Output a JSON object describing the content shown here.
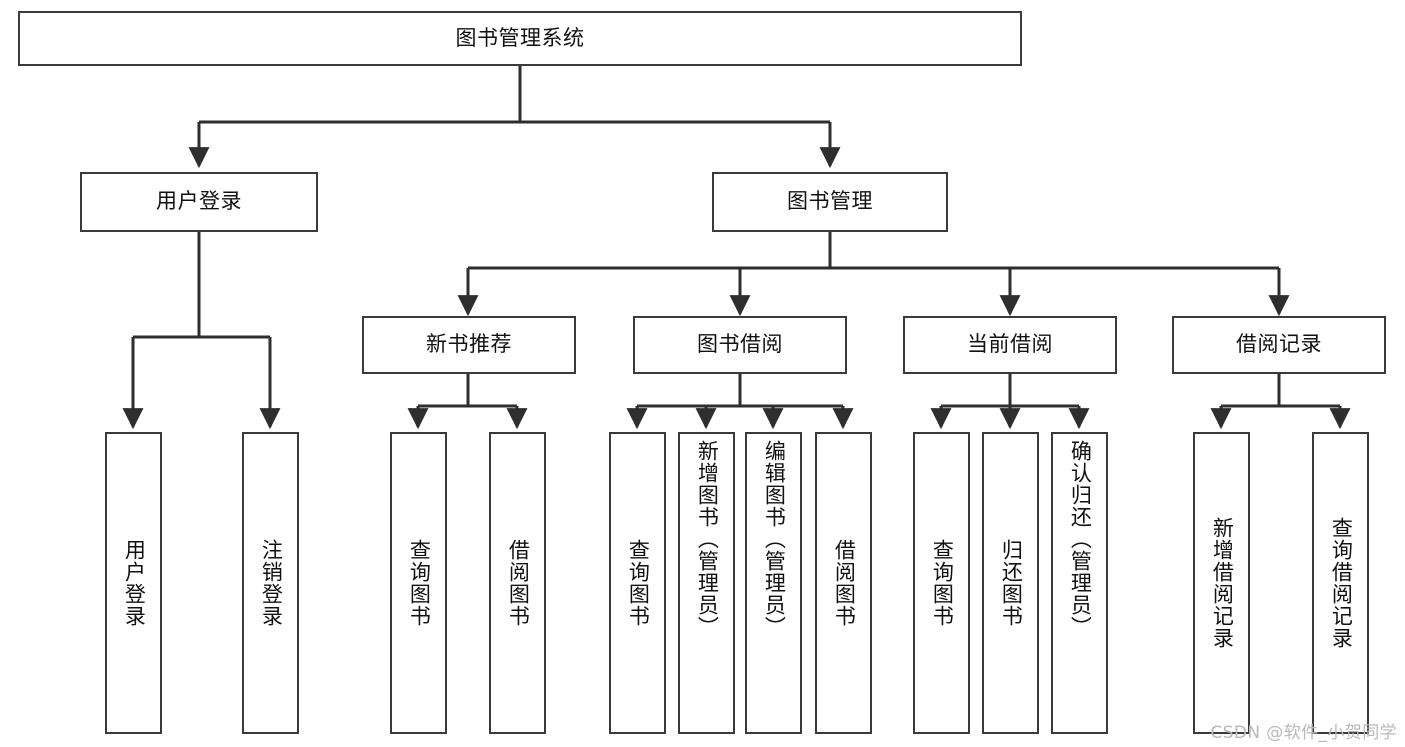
{
  "diagram": {
    "title": "图书管理系统",
    "type": "tree-hierarchy",
    "background_color": "#ffffff",
    "line_color": "#3a3a3a",
    "box_border_color": "#3a3a3a",
    "text_color": "#111111",
    "root": {
      "label": "图书管理系统",
      "orientation": "horizontal"
    },
    "level2": [
      {
        "label": "用户登录",
        "orientation": "horizontal"
      },
      {
        "label": "图书管理",
        "orientation": "horizontal"
      }
    ],
    "level3": [
      {
        "label": "新书推荐",
        "orientation": "horizontal"
      },
      {
        "label": "图书借阅",
        "orientation": "horizontal"
      },
      {
        "label": "当前借阅",
        "orientation": "horizontal"
      },
      {
        "label": "借阅记录",
        "orientation": "horizontal"
      }
    ],
    "leaves": {
      "user_login": [
        {
          "label": "用户登录",
          "orientation": "vertical"
        },
        {
          "label": "注销登录",
          "orientation": "vertical"
        }
      ],
      "new_book_recommend": [
        {
          "label": "查询图书",
          "orientation": "vertical"
        },
        {
          "label": "借阅图书",
          "orientation": "vertical"
        }
      ],
      "book_borrow": [
        {
          "label": "查询图书",
          "orientation": "vertical"
        },
        {
          "label": "新增图书（管理员）",
          "orientation": "vertical"
        },
        {
          "label": "编辑图书（管理员）",
          "orientation": "vertical"
        },
        {
          "label": "借阅图书",
          "orientation": "vertical"
        }
      ],
      "current_borrow": [
        {
          "label": "查询图书",
          "orientation": "vertical"
        },
        {
          "label": "归还图书",
          "orientation": "vertical"
        },
        {
          "label": "确认归还（管理员）",
          "orientation": "vertical"
        }
      ],
      "borrow_record": [
        {
          "label": "新增借阅记录",
          "orientation": "vertical"
        },
        {
          "label": "查询借阅记录",
          "orientation": "vertical"
        }
      ]
    }
  },
  "watermark": {
    "text": "CSDN @软件_小贺同学"
  }
}
